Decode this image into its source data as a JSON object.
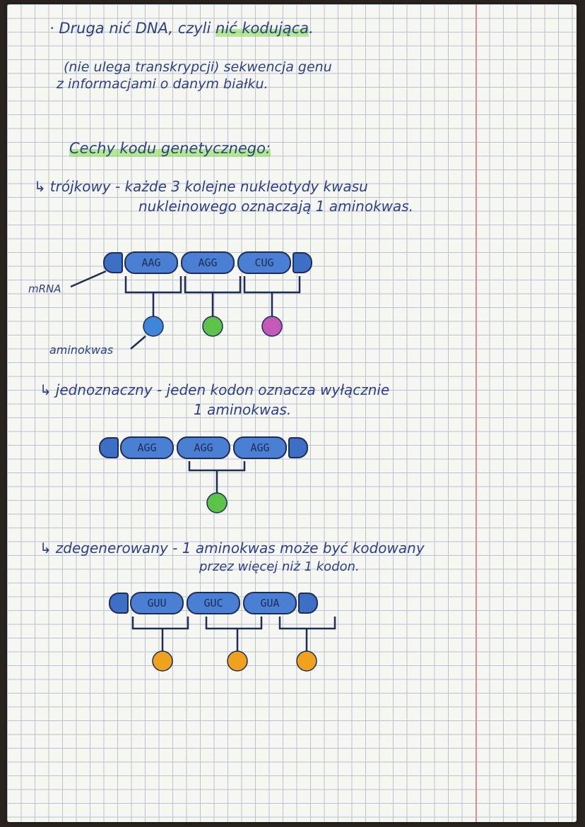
{
  "intro": {
    "line1_prefix": "· Druga nić DNA, czyli ",
    "line1_highlight": "nić kodująca",
    "line1_suffix": ".",
    "line2": "(nie ulega transkrypcji) sekwencja genu",
    "line3": "z informacjami o danym białku."
  },
  "section_title": "Cechy kodu genetycznego:",
  "features": [
    {
      "arrow": "↳",
      "line1": "trójkowy - każde 3 kolejne nukleotydy kwasu",
      "line2": "nukleinowego oznaczają 1 aminokwas."
    },
    {
      "arrow": "↳",
      "line1": "jednoznaczny - jeden kodon oznacza wyłącznie",
      "line2": "1 aminokwas."
    },
    {
      "arrow": "↳",
      "line1": "zdegenerowany - 1 aminokwas może być kodowany",
      "line2": "przez więcej niż 1 kodon."
    }
  ],
  "diagram1": {
    "mrna_label": "mRNA",
    "aminoacid_label": "aminokwas",
    "codons": [
      "AAG",
      "AGG",
      "CUG"
    ],
    "amino_colors": [
      "#3f86d9",
      "#5cc24a",
      "#c35ab8"
    ]
  },
  "diagram2": {
    "codons": [
      "AGG",
      "AGG",
      "AGG"
    ],
    "amino_colors": [
      "#5cc24a"
    ]
  },
  "diagram3": {
    "codons": [
      "GUU",
      "GUC",
      "GUA"
    ],
    "amino_colors": [
      "#f0a21e",
      "#f0a21e",
      "#f0a21e"
    ]
  },
  "colors": {
    "ink": "#2b3f8a",
    "highlight": "#82dc46",
    "margin_line": "#e28d8d",
    "codon_fill": "#4a7fd3"
  }
}
